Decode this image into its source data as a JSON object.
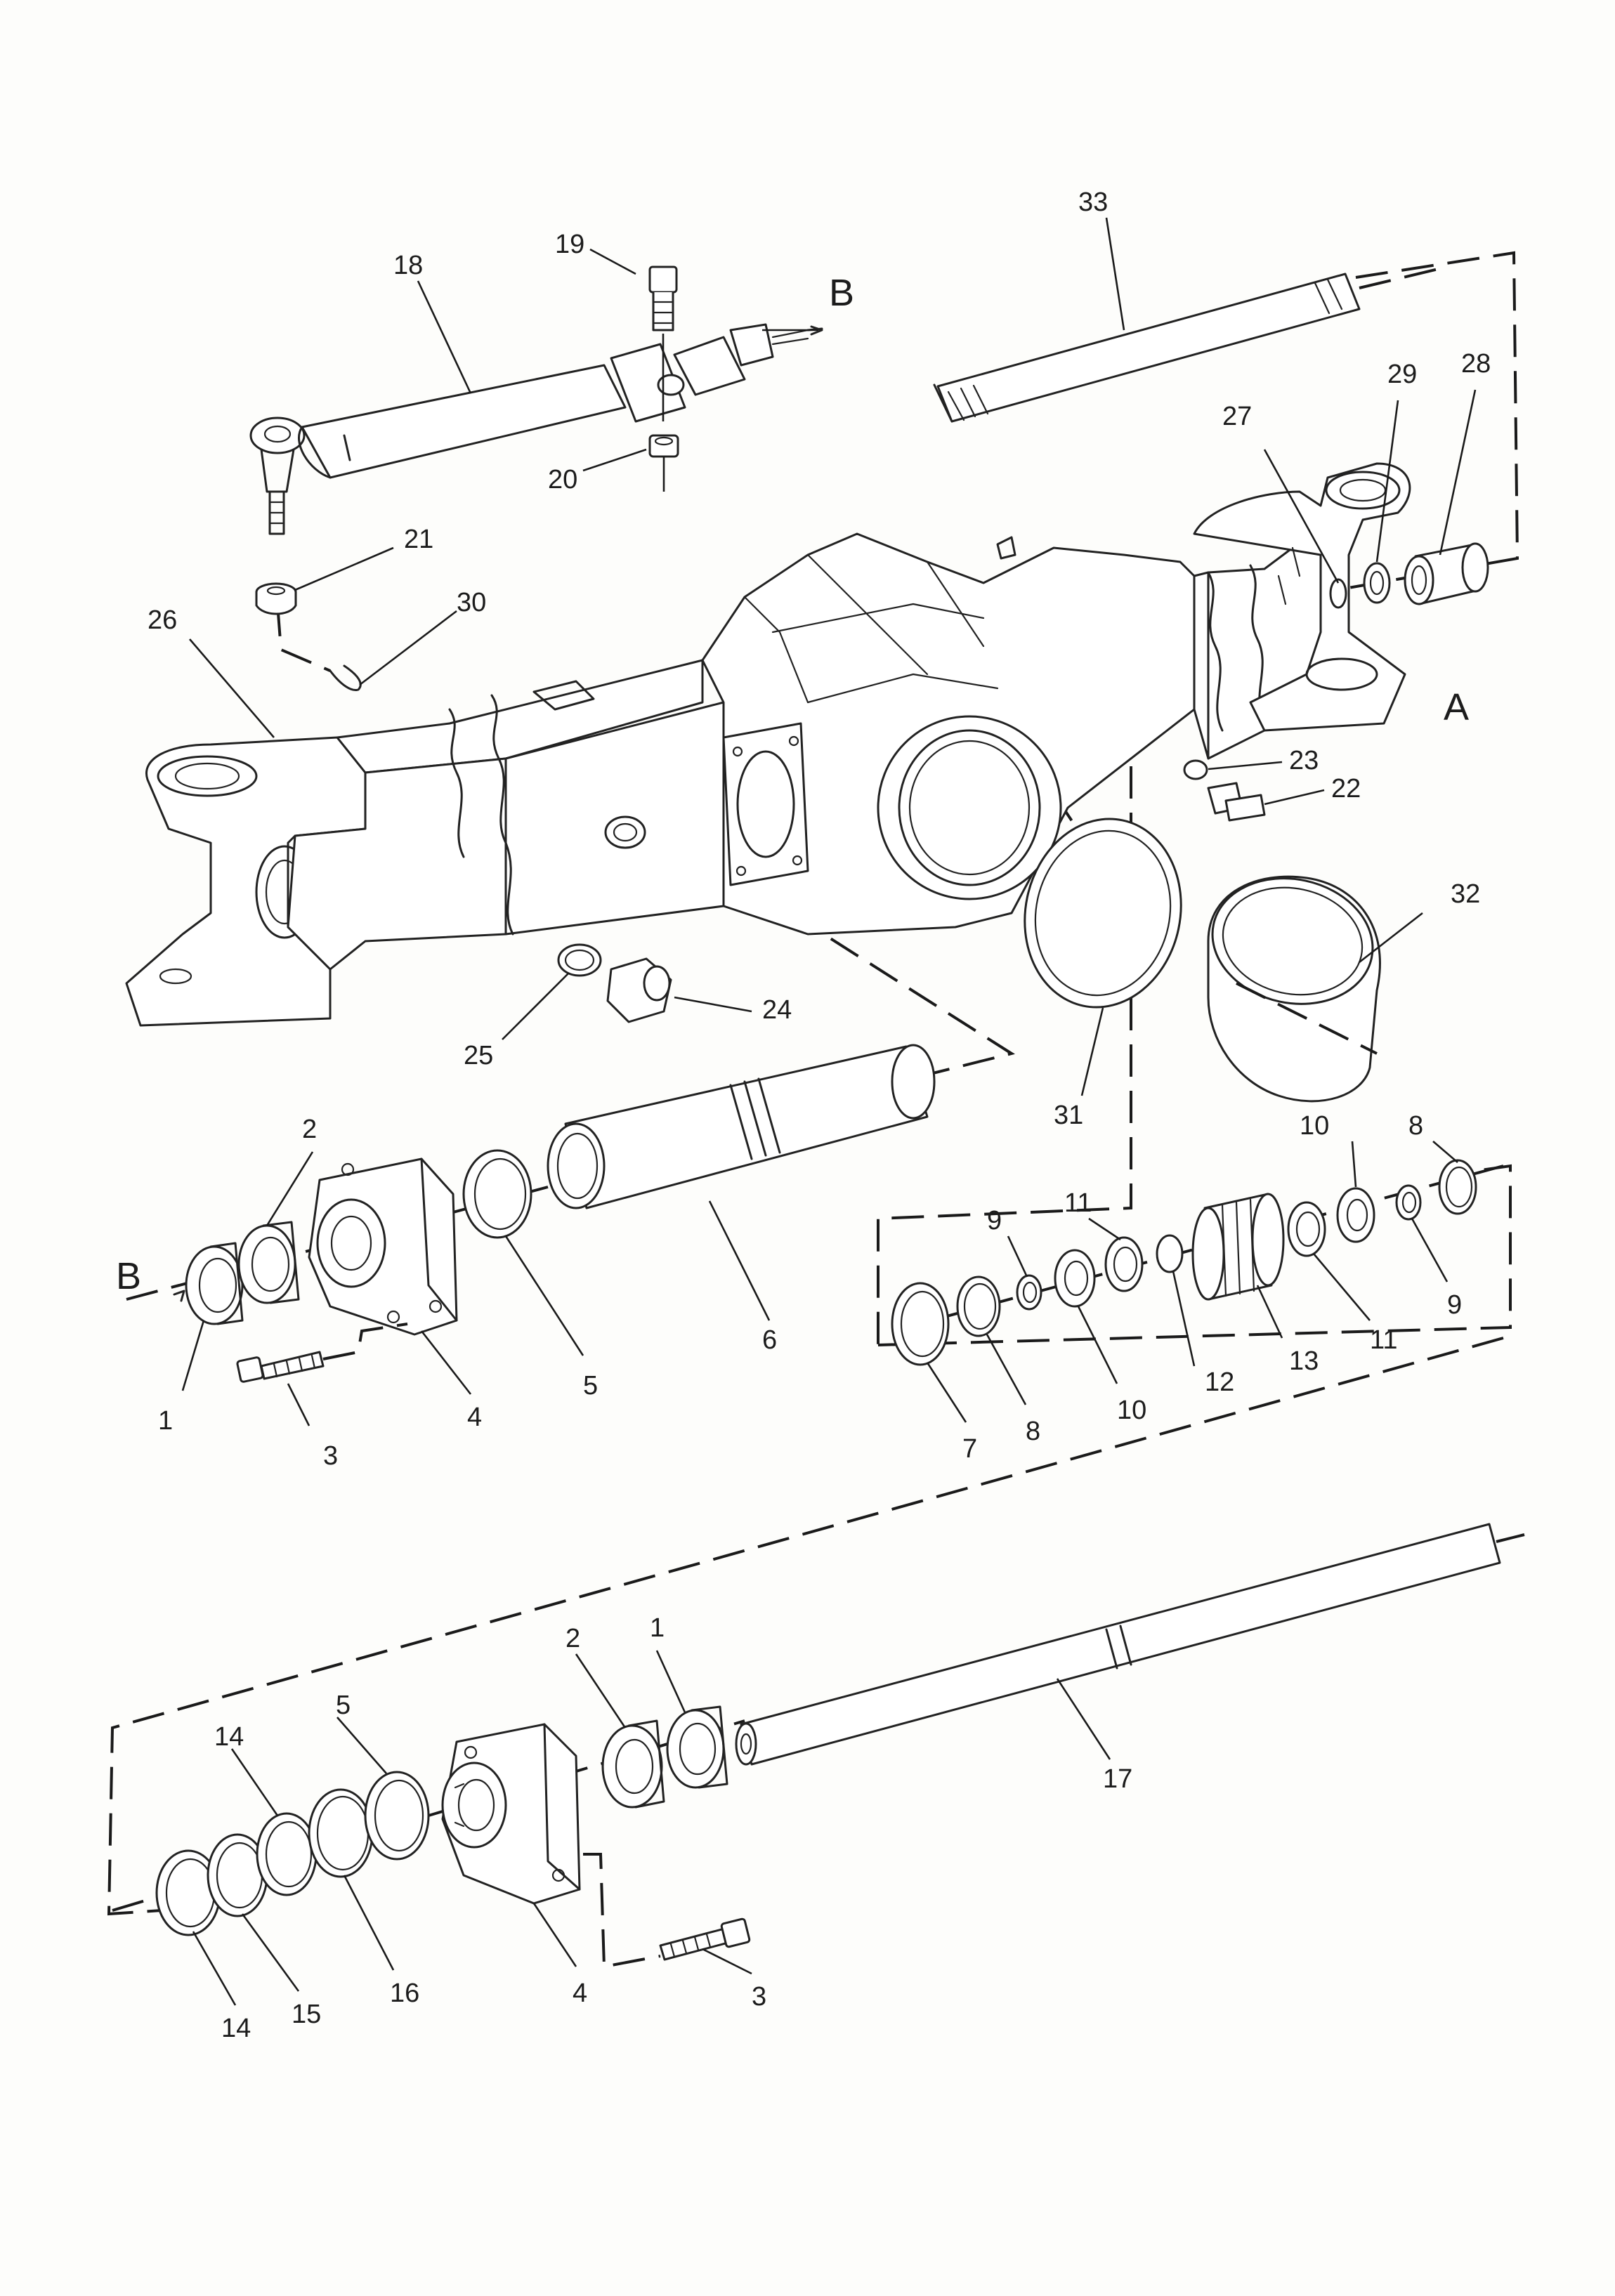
{
  "callouts": {
    "c33": "33",
    "c19": "19",
    "c18": "18",
    "cB_top": "B",
    "c29": "29",
    "c28": "28",
    "c27": "27",
    "c20": "20",
    "c21": "21",
    "c30": "30",
    "c26": "26",
    "cA": "A",
    "c23": "23",
    "c22": "22",
    "c32": "32",
    "c25": "25",
    "c24": "24",
    "c31": "31",
    "c8a": "8",
    "c10a": "10",
    "c2a": "2",
    "c9a": "9",
    "c11a": "11",
    "cB_left": "B",
    "c6": "6",
    "c5a": "5",
    "c4a": "4",
    "c1a": "1",
    "c3a": "3",
    "c7": "7",
    "c8b": "8",
    "c10b": "10",
    "c12": "12",
    "c13": "13",
    "c11b": "11",
    "c9b": "9",
    "c2b": "2",
    "c1b": "1",
    "c17": "17",
    "c14a": "14",
    "c5b": "5",
    "c14b": "14",
    "c15": "15",
    "c16": "16",
    "c4b": "4",
    "c3b": "3"
  }
}
